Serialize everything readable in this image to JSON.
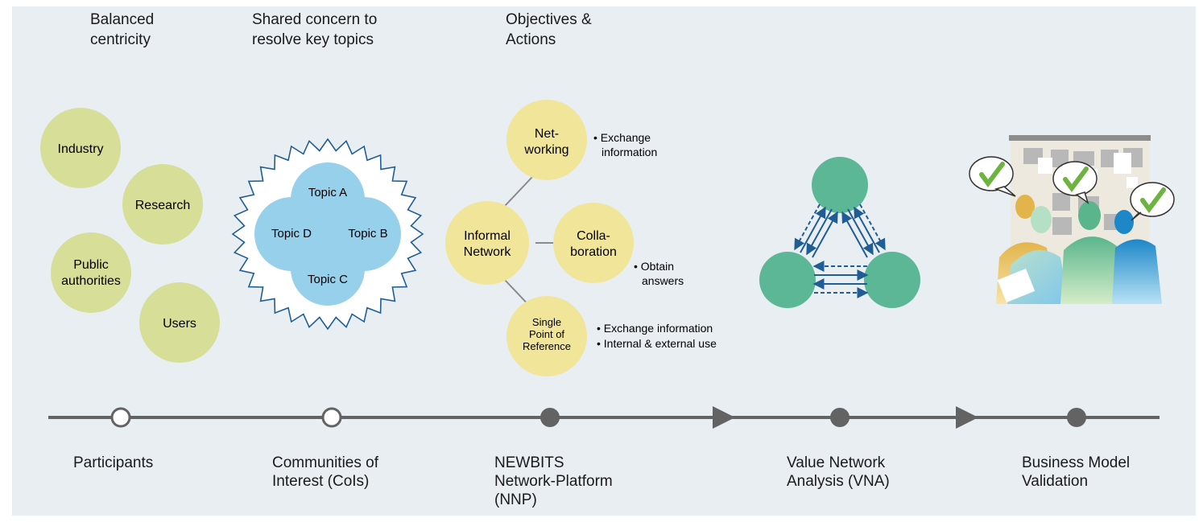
{
  "headers": {
    "participants": [
      "Balanced",
      "centricity"
    ],
    "communities": [
      "Shared concern to",
      "resolve key topics"
    ],
    "platform": [
      "Objectives &",
      "Actions"
    ]
  },
  "participants": [
    "Industry",
    "Research",
    "Public",
    "authorities",
    "Users"
  ],
  "topics": [
    "Topic A",
    "Topic B",
    "Topic C",
    "Topic D"
  ],
  "nnp": {
    "networking": [
      "Net-",
      "working"
    ],
    "informal": [
      "Informal",
      "Network"
    ],
    "collaboration": [
      "Colla-",
      "boration"
    ],
    "spor": [
      "Single",
      "Point of",
      "Reference"
    ],
    "networking_bullets": [
      "• Exchange",
      "information"
    ],
    "collaboration_bullets": [
      "• Obtain",
      "answers"
    ],
    "spor_bullets": [
      "• Exchange information",
      "• Internal & external use"
    ]
  },
  "timeline": {
    "participants": [
      "Participants"
    ],
    "cois": [
      "Communities of",
      "Interest (CoIs)"
    ],
    "nnp": [
      "NEWBITS",
      "Network-Platform",
      "(NNP)"
    ],
    "vna": [
      "Value Network",
      "Analysis (VNA)"
    ],
    "bmv": [
      "Business Model",
      "Validation"
    ]
  },
  "colors": {
    "background": "#e9eef3",
    "green_circle": "#d6de98",
    "yellow_circle": "#f1e59a",
    "topic_blue": "#86c8e8",
    "teal_node": "#5bb796",
    "arrow_blue": "#1f5d94",
    "timeline_gray": "#636363"
  },
  "icons": [
    "check-icon",
    "person-icon"
  ]
}
